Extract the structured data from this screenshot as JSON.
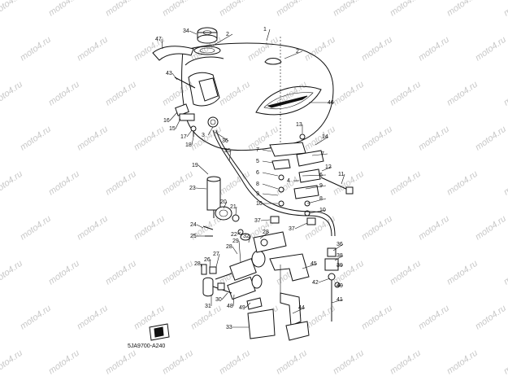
{
  "diagram_code": "5JA9700-A240",
  "watermark": "moto4.ru",
  "parts": [
    {
      "id": "p1",
      "label": "1"
    },
    {
      "id": "p2a",
      "label": "2"
    },
    {
      "id": "p2b",
      "label": "2"
    },
    {
      "id": "p3",
      "label": "3"
    },
    {
      "id": "p4",
      "label": "4"
    },
    {
      "id": "p5",
      "label": "5"
    },
    {
      "id": "p6",
      "label": "6"
    },
    {
      "id": "p7a",
      "label": "7"
    },
    {
      "id": "p7b",
      "label": "7"
    },
    {
      "id": "p8",
      "label": "8"
    },
    {
      "id": "p9",
      "label": "9"
    },
    {
      "id": "p10a",
      "label": "10"
    },
    {
      "id": "p10b",
      "label": "10"
    },
    {
      "id": "p11",
      "label": "11"
    },
    {
      "id": "p12",
      "label": "12"
    },
    {
      "id": "p13",
      "label": "13"
    },
    {
      "id": "p14",
      "label": "14"
    },
    {
      "id": "p15",
      "label": "15"
    },
    {
      "id": "p16",
      "label": "16"
    },
    {
      "id": "p17",
      "label": "17"
    },
    {
      "id": "p18",
      "label": "18"
    },
    {
      "id": "p19",
      "label": "19"
    },
    {
      "id": "p20",
      "label": "20"
    },
    {
      "id": "p21",
      "label": "21"
    },
    {
      "id": "p22",
      "label": "22"
    },
    {
      "id": "p23",
      "label": "23"
    },
    {
      "id": "p24",
      "label": "24"
    },
    {
      "id": "p25",
      "label": "25"
    },
    {
      "id": "p26",
      "label": "26"
    },
    {
      "id": "p27",
      "label": "27"
    },
    {
      "id": "p28a",
      "label": "28"
    },
    {
      "id": "p28b",
      "label": "28"
    },
    {
      "id": "p28c",
      "label": "28"
    },
    {
      "id": "p29",
      "label": "29"
    },
    {
      "id": "p30",
      "label": "30"
    },
    {
      "id": "p31",
      "label": "31"
    },
    {
      "id": "p32",
      "label": "32"
    },
    {
      "id": "p33",
      "label": "33"
    },
    {
      "id": "p34",
      "label": "34"
    },
    {
      "id": "p35",
      "label": "35"
    },
    {
      "id": "p36a",
      "label": "36"
    },
    {
      "id": "p36b",
      "label": "36"
    },
    {
      "id": "p37a",
      "label": "37"
    },
    {
      "id": "p37b",
      "label": "37"
    },
    {
      "id": "p38",
      "label": "38"
    },
    {
      "id": "p39",
      "label": "39"
    },
    {
      "id": "p40",
      "label": "40"
    },
    {
      "id": "p41",
      "label": "41"
    },
    {
      "id": "p42",
      "label": "42"
    },
    {
      "id": "p43",
      "label": "43"
    },
    {
      "id": "p44",
      "label": "44"
    },
    {
      "id": "p45",
      "label": "45"
    },
    {
      "id": "p46",
      "label": "46"
    },
    {
      "id": "p47",
      "label": "47"
    },
    {
      "id": "p48",
      "label": "48"
    },
    {
      "id": "p49",
      "label": "49"
    },
    {
      "id": "p6b",
      "label": "6"
    },
    {
      "id": "p8b",
      "label": "8"
    },
    {
      "id": "p9b",
      "label": "9"
    }
  ]
}
